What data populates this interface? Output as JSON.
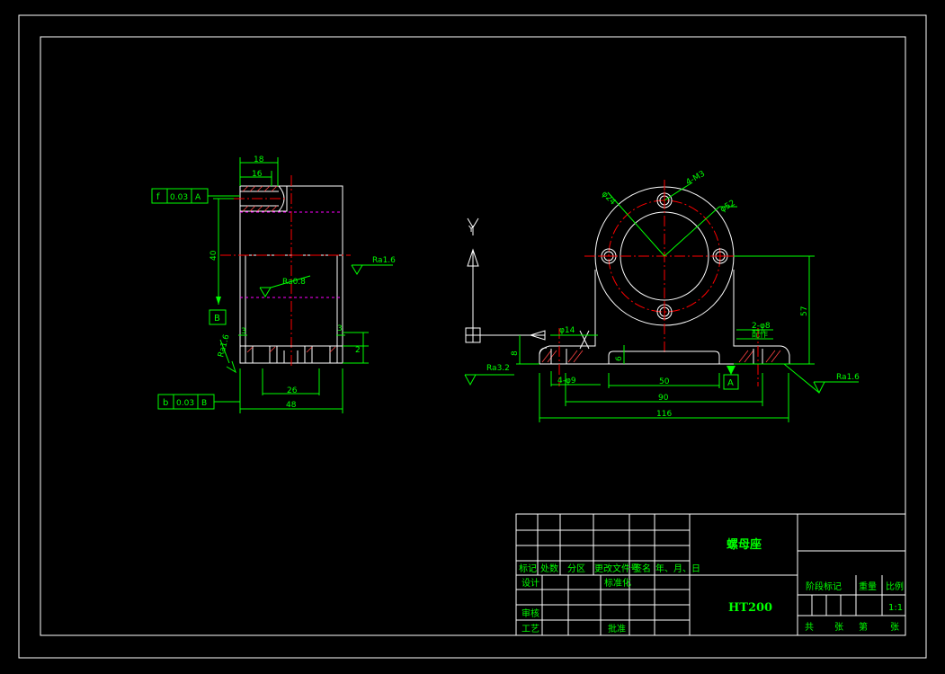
{
  "left_view": {
    "dim_top_outer": "18",
    "dim_top_inner": "16",
    "dim_height": "40",
    "dim_base_left": "3",
    "dim_base_right": "3",
    "dim_base_h": "2",
    "dim_26": "26",
    "dim_48": "48",
    "tol_top": {
      "symbol": "f",
      "value": "0.03",
      "datum": "A"
    },
    "tol_bottom": {
      "symbol": "b",
      "value": "0.03",
      "datum": "B"
    },
    "datum_b": "B",
    "ra_inner": "Ra0.8",
    "ra_outer": "Ra1.6",
    "ra_left": "Ra1.6"
  },
  "front_view": {
    "dim_phi24": "φ24",
    "dim_4m3": "4-M3",
    "dim_phi52": "φ52",
    "dim_57": "57",
    "dim_phi14": "φ14",
    "dim_8": "8",
    "dim_6": "6",
    "dim_4phi9": "4-φ9",
    "dim_50": "50",
    "dim_90": "90",
    "dim_116": "116",
    "dim_2phi8": "2-φ8",
    "note_peizuo": "配作",
    "datum_a": "A",
    "ra_left": "Ra3.2",
    "ra_right": "Ra1.6",
    "axis_y": "Y"
  },
  "title_block": {
    "part_name": "螺母座",
    "material": "HT200",
    "header_cols": [
      "标记",
      "处数",
      "分区",
      "更改文件号",
      "签名",
      "年、月、日"
    ],
    "row_design": "设计",
    "row_standard": "标准化",
    "row_review": "审核",
    "row_process": "工艺",
    "row_approve": "批准",
    "stage_mark": "阶段标记",
    "weight": "重量",
    "scale_label": "比例",
    "scale_value": "1:1",
    "sheets_total": "共",
    "sheets_unit": "张",
    "sheet_no": "第",
    "sheet_unit2": "张"
  }
}
